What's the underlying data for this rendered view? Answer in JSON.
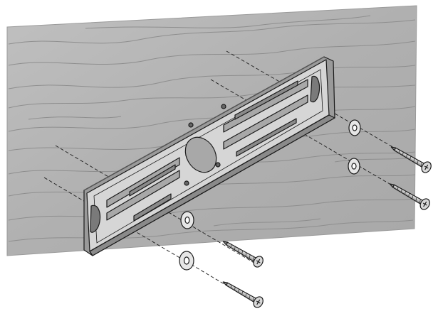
{
  "diagram": {
    "kind": "wall-mount-bracket-installation",
    "parts": {
      "wall": "wood-grain-wall",
      "bracket": "mounting-bracket",
      "washers": 4,
      "screws": 4
    },
    "colors": {
      "wall_fill": "#b4b4b4",
      "wall_grain": "#8e8e8e",
      "bracket_fill": "#d6d6d6",
      "bracket_shade": "#9a9a9a",
      "line": "#1a1a1a",
      "screw_fill": "#c4c4c4",
      "washer_fill": "#e6e6e6"
    }
  }
}
